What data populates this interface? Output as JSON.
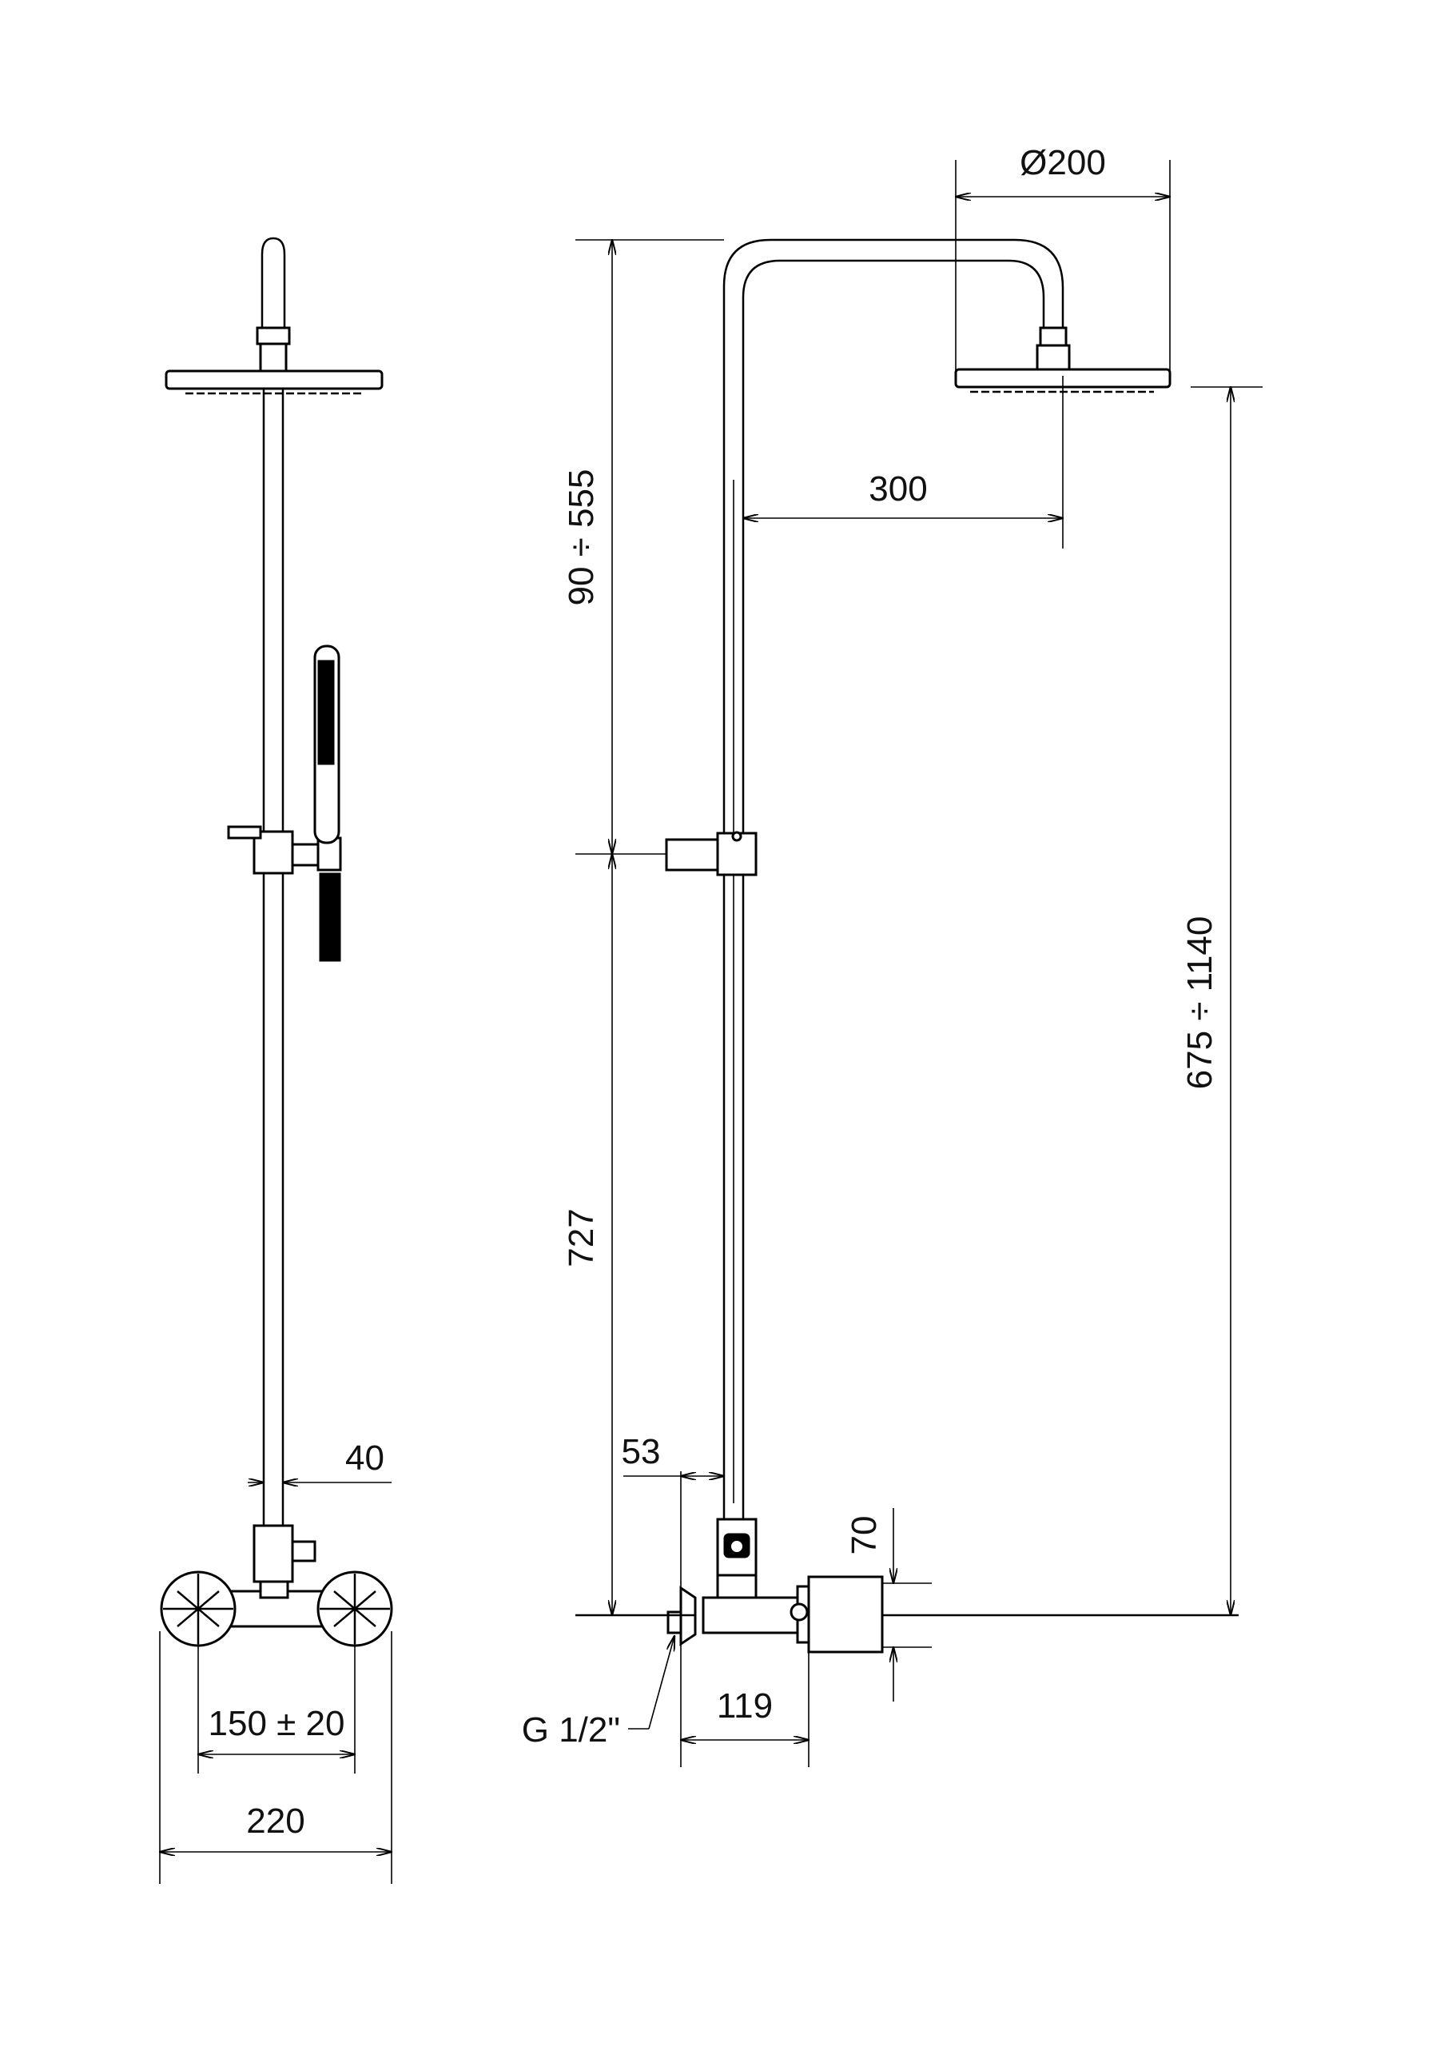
{
  "dimensions": {
    "head_diameter": "Ø200",
    "arm_reach": "300",
    "upper_range": "90 ÷ 555",
    "overall_range": "675 ÷ 1140",
    "lower_height": "727",
    "tube_diameter": "40",
    "wall_offset": "53",
    "mixer_height": "70",
    "mixer_depth": "119",
    "inlet_thread": "G 1/2\"",
    "centers": "150 ± 20",
    "overall_width": "220"
  }
}
